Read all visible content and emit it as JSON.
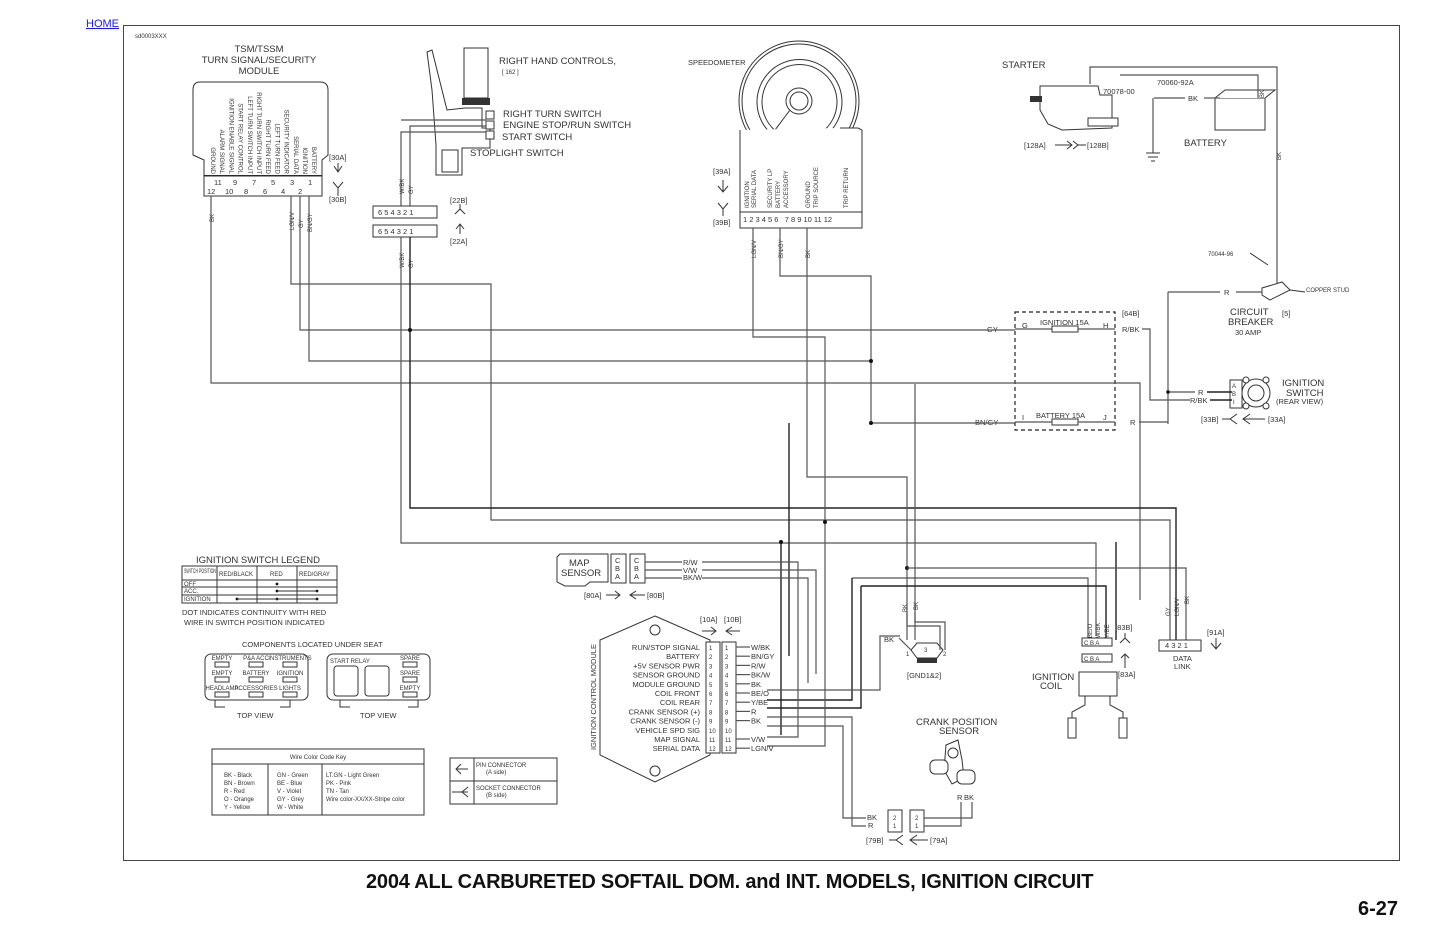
{
  "nav": {
    "home_link": "HOME"
  },
  "doc_code": "sd0003XXX",
  "page": {
    "title": "2004 ALL CARBURETED SOFTAIL DOM. and INT. MODELS, IGNITION CIRCUIT",
    "number": "6-27"
  },
  "tsm": {
    "title_line1": "TSM/TSSM",
    "title_line2": "TURN SIGNAL/SECURITY",
    "title_line3": "MODULE",
    "pins": [
      "GROUND",
      "ALARM SIGNAL",
      "IGNITION ENABLE SIGNAL",
      "START RELAY CONTROL",
      "LEFT TURN SWITCH INPUT",
      "RIGHT TURN SWITCH INPUT",
      "RIGHT TURN FEED",
      "LEFT TURN FEED",
      "SECURITY INDICATOR",
      "SERIAL DATA",
      "IGNITION",
      "BATTERY"
    ],
    "pin_numbers_top": [
      "11",
      "9",
      "7",
      "5",
      "3",
      "1"
    ],
    "pin_numbers_bottom": [
      "12",
      "10",
      "8",
      "6",
      "4",
      "2"
    ],
    "conn_a": "[30A]",
    "conn_b": "[30B]",
    "wires": [
      "BK",
      "LGN/V",
      "GY",
      "BN/GY"
    ]
  },
  "right_hand_controls": {
    "title": "RIGHT HAND CONTROLS,",
    "ref": "[ 162 ]",
    "switches": [
      "RIGHT TURN SWITCH",
      "ENGINE STOP/RUN SWITCH",
      "START SWITCH",
      "STOPLIGHT SWITCH"
    ],
    "connector_pins": "6 5 4 3 2 1",
    "conn_b": "[22B]",
    "conn_a": "[22A]",
    "wires": [
      "W/BK",
      "GY"
    ]
  },
  "speedometer": {
    "title": "SPEEDOMETER",
    "pins": [
      "IGNITION",
      "SERIAL DATA",
      "SECURITY LP",
      "BATTERY",
      "ACCESSORY",
      "GROUND",
      "TRIP SOURCE",
      "TRIP RETURN"
    ],
    "pin_numbers": "1 2 3 4 5 6   7 8 9 10 11 12",
    "conn_a": "[39A]",
    "conn_b": "[39B]",
    "wires": [
      "LGN/V",
      "BN/GY",
      "BK"
    ]
  },
  "starter": {
    "title": "STARTER",
    "part1": "70078-00",
    "part2": "70060-92A",
    "conn_a": "[128A]",
    "conn_b": "[128B]",
    "battery": "BATTERY",
    "wire_bk": "BK"
  },
  "circuit_breaker": {
    "part": "70044-96",
    "stud": "COPPER STUD",
    "title_line1": "CIRCUIT",
    "title_line2": "BREAKER",
    "rating": "30 AMP",
    "ref": "[5]",
    "wire": "R"
  },
  "fuse_block": {
    "ref": "[64B]",
    "ignition_fuse": "IGNITION 15A",
    "battery_fuse": "BATTERY 15A",
    "terminals": [
      "G",
      "H",
      "I",
      "J"
    ],
    "wires": {
      "g": "GY",
      "h": "R/BK",
      "i": "BN/GY",
      "j": "R"
    }
  },
  "ignition_switch": {
    "title_line1": "IGNITION",
    "title_line2": "SWITCH",
    "title_line3": "(REAR VIEW)",
    "terminals": [
      "A",
      "B",
      "I"
    ],
    "wires": [
      "R",
      "R/BK"
    ],
    "conn_b": "[33B]",
    "conn_a": "[33A]"
  },
  "legend": {
    "title": "IGNITION SWITCH LEGEND",
    "headers": [
      "SWITCH POSITION",
      "RED/BLACK",
      "RED",
      "RED/GRAY"
    ],
    "rows": [
      {
        "position": "OFF",
        "dots": [
          false,
          true,
          false
        ]
      },
      {
        "position": "ACC.",
        "dots": [
          false,
          true,
          true
        ]
      },
      {
        "position": "IGNITION",
        "dots": [
          true,
          true,
          true
        ]
      }
    ],
    "note_line1": "DOT INDICATES CONTINUITY WITH RED",
    "note_line2": "WIRE IN SWITCH POSITION INDICATED"
  },
  "under_seat": {
    "title": "COMPONENTS LOCATED UNDER SEAT",
    "left_fuses": [
      "EMPTY",
      "P&A ACC",
      "INSTRUMENTS",
      "EMPTY",
      "BATTERY",
      "IGNITION",
      "HEADLAMP",
      "ACCESSORIES",
      "LIGHTS"
    ],
    "right_label": "START RELAY",
    "right_fuses": [
      "SPARE",
      "SPARE",
      "EMPTY"
    ],
    "view_label": "TOP VIEW"
  },
  "color_key": {
    "title": "Wire Color Code Key",
    "col1": [
      "BK - Black",
      "BN - Brown",
      "R - Red",
      "O - Orange",
      "Y - Yellow"
    ],
    "col2": [
      "GN - Green",
      "BE - Blue",
      "V - Violet",
      "GY - Grey",
      "W - White"
    ],
    "col3": [
      "LT.GN - Light Green",
      "PK - Pink",
      "TN - Tan",
      "Wire color-XX/XX-Stripe color"
    ]
  },
  "connector_key": {
    "pin_line1": "PIN CONNECTOR",
    "pin_line2": "(A side)",
    "socket_line1": "SOCKET CONNECTOR",
    "socket_line2": "(B side)"
  },
  "map_sensor": {
    "title_line1": "MAP",
    "title_line2": "SENSOR",
    "pins": [
      "C",
      "B",
      "A"
    ],
    "wires": [
      "R/W",
      "V/W",
      "BK/W"
    ],
    "conn_a": "[80A]",
    "conn_b": "[80B]"
  },
  "icm": {
    "side_label": "IGNITION CONTROL MODULE",
    "conn_a": "[10A]",
    "conn_b": "[10B]",
    "pins": [
      {
        "n": "1",
        "name": "RUN/STOP SIGNAL",
        "wire": "W/BK"
      },
      {
        "n": "2",
        "name": "BATTERY",
        "wire": "BN/GY"
      },
      {
        "n": "3",
        "name": "+5V SENSOR PWR",
        "wire": "R/W"
      },
      {
        "n": "4",
        "name": "SENSOR GROUND",
        "wire": "BK/W"
      },
      {
        "n": "5",
        "name": "MODULE GROUND",
        "wire": "BK"
      },
      {
        "n": "6",
        "name": "COIL FRONT",
        "wire": "BE/O"
      },
      {
        "n": "7",
        "name": "COIL REAR",
        "wire": "Y/BE"
      },
      {
        "n": "8",
        "name": "CRANK SENSOR (+)",
        "wire": "R"
      },
      {
        "n": "9",
        "name": "CRANK SENSOR (-)",
        "wire": "BK"
      },
      {
        "n": "10",
        "name": "VEHICLE SPD SIG",
        "wire": ""
      },
      {
        "n": "11",
        "name": "MAP SIGNAL",
        "wire": "V/W"
      },
      {
        "n": "12",
        "name": "SERIAL DATA",
        "wire": "LGN/V"
      }
    ]
  },
  "ground": {
    "label": "[GND1&2]",
    "wire": "BK",
    "pins": [
      "1",
      "3",
      "2"
    ],
    "up_wires": [
      "BK",
      "BK"
    ]
  },
  "ignition_coil": {
    "title_line1": "IGNITION",
    "title_line2": "COIL",
    "pins": "C B A",
    "wires": [
      "BE/O",
      "W/BK",
      "Y/BE"
    ],
    "conn_b": "[83B]",
    "conn_a": "[83A]"
  },
  "data_link": {
    "title_line1": "DATA",
    "title_line2": "LINK",
    "pins": "4 3 2 1",
    "wires": [
      "GY",
      "LGN/V",
      "BK"
    ],
    "conn": "[91A]"
  },
  "crank_sensor": {
    "title_line1": "CRANK POSITION",
    "title_line2": "SENSOR",
    "wires": [
      "R",
      "BK"
    ],
    "conn_b": "[79B]",
    "conn_a": "[79A]",
    "pins": [
      "2",
      "1"
    ]
  }
}
